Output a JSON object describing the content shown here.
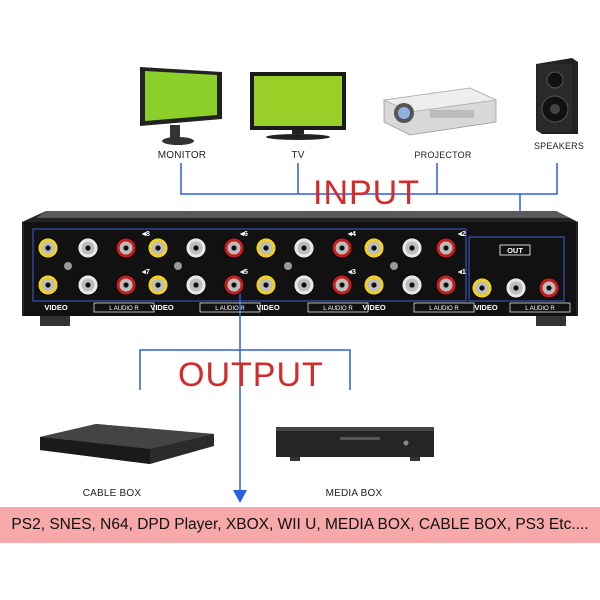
{
  "labels": {
    "monitor": "MONITOR",
    "tv": "TV",
    "projector": "PROJECTOR",
    "speakers": "SPEAKERS",
    "input": "INPUT",
    "output": "OUTPUT",
    "cable_box": "CABLE BOX",
    "media_box": "MEDIA BOX"
  },
  "panel": {
    "video_label": "VIDEO",
    "audio_label": "L  AUDIO  R",
    "out_label": "OUT",
    "channel_numbers": [
      "8",
      "6",
      "4",
      "2",
      "7",
      "5",
      "3",
      "1"
    ]
  },
  "footer": {
    "devices_text": "PS2,   SNES,   N64,   DPD Player,   XBOX,   WII U,   MEDIA BOX,   CABLE BOX,   PS3 Etc...."
  },
  "colors": {
    "accent_red": "#d62a2a",
    "line_blue": "#2a5fe0",
    "footer_bg": "#f7a8a8"
  }
}
